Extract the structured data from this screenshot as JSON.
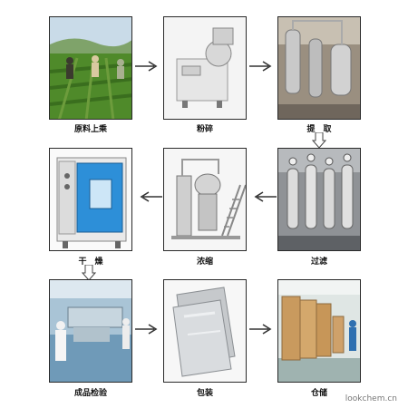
{
  "steps": {
    "raw_material": "原料上乘",
    "crushing": "粉碎",
    "extraction": "提　取",
    "drying": "干　燥",
    "concentration": "浓缩",
    "filtration": "过滤",
    "inspection": "成品检验",
    "packaging": "包装",
    "storage": "仓储"
  },
  "watermark": "lookchem.cn"
}
